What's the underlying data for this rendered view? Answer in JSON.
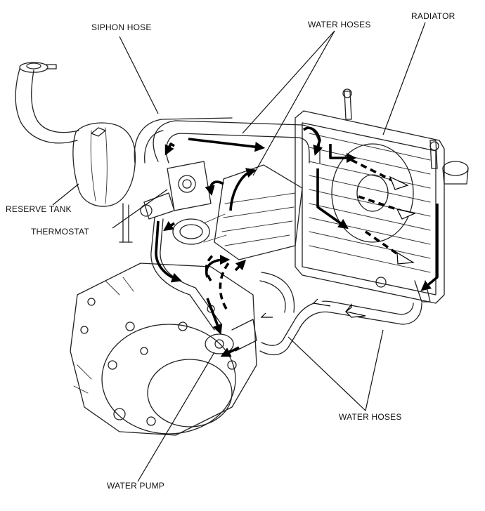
{
  "diagram": {
    "labels": {
      "siphon_hose": "SIPHON HOSE",
      "water_hoses_top": "WATER HOSES",
      "radiator": "RADIATOR",
      "reserve_tank": "RESERVE TANK",
      "thermostat": "THERMOSTAT",
      "water_hoses_bottom": "WATER HOSES",
      "water_pump": "WATER PUMP"
    }
  }
}
